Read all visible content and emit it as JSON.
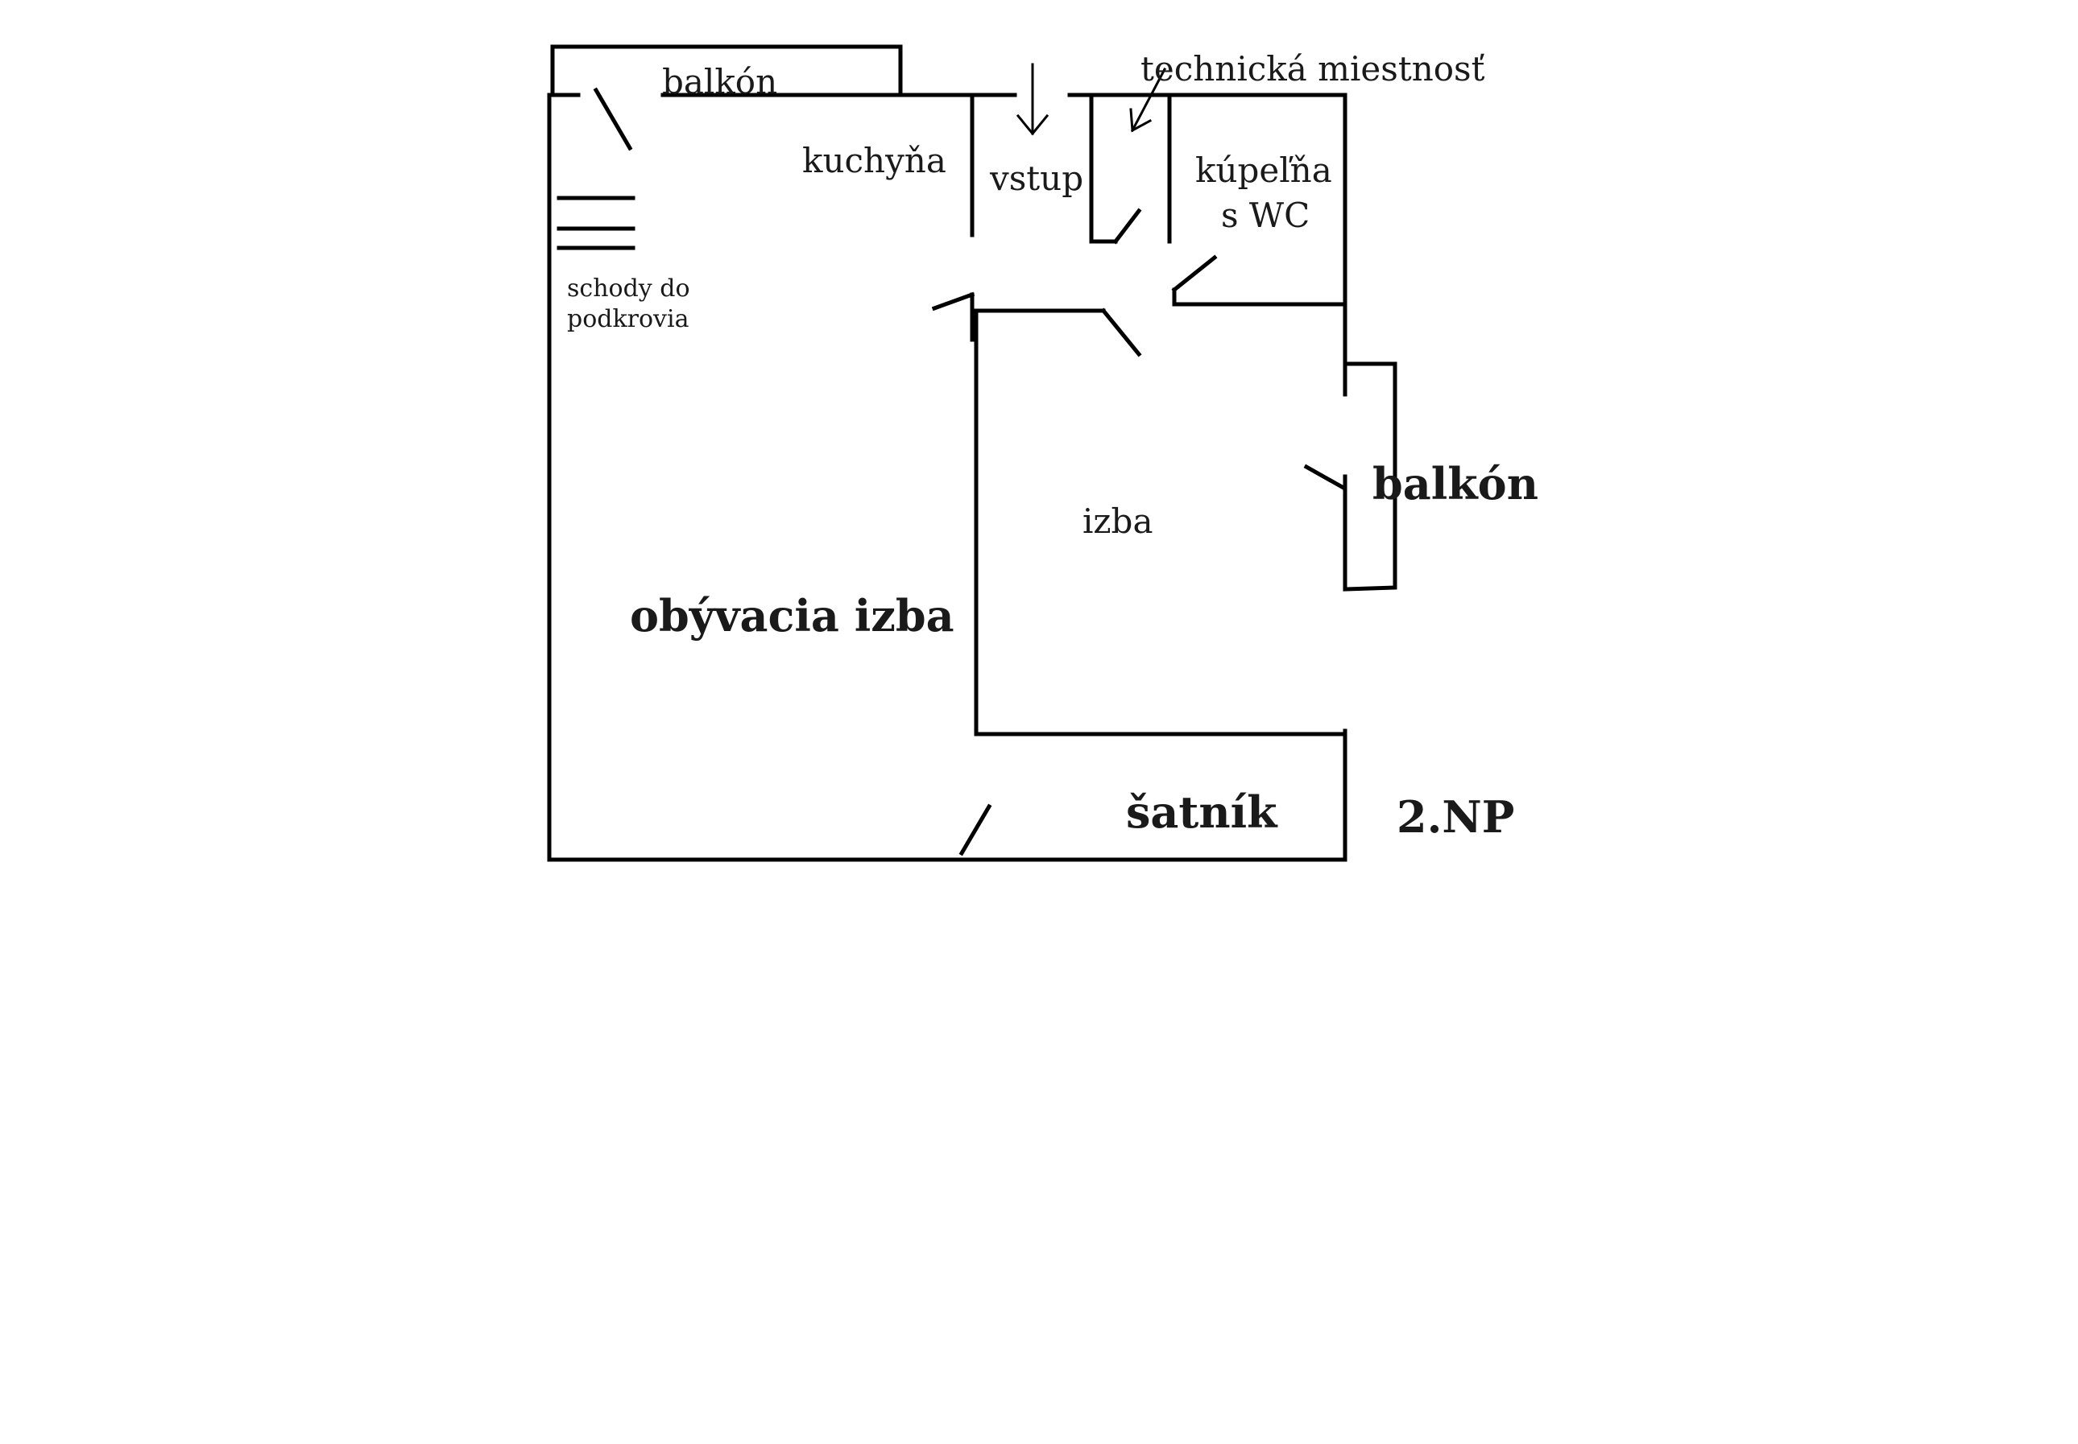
{
  "floor_plan": {
    "floor": "2.NP",
    "rooms": {
      "balcony_top": "balkón",
      "kitchen": "kuchyňa",
      "entrance": "vstup",
      "technical_room": "technická miestnosť",
      "bathroom_line1": "kúpeľňa",
      "bathroom_line2": "s WC",
      "stairs_line1": "schody do",
      "stairs_line2": "podkrovia",
      "bedroom": "izba",
      "balcony_right": "balkón",
      "living_room": "obývacia izba",
      "wardrobe": "šatník"
    }
  }
}
